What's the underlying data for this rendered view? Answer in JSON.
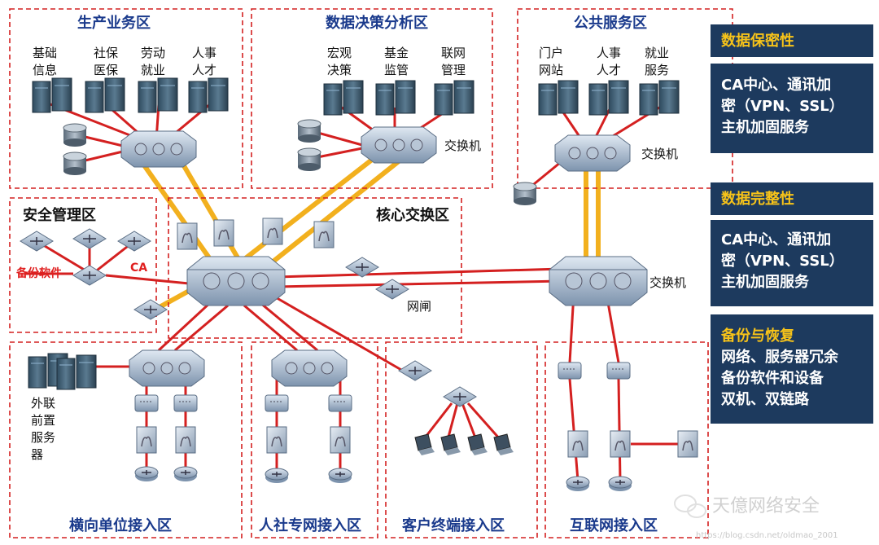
{
  "zones": {
    "production": "生产业务区",
    "decision": "数据决策分析区",
    "public": "公共服务区",
    "security": "安全管理区",
    "core": "核心交换区",
    "horizontal": "横向单位接入区",
    "hr_net": "人社专网接入区",
    "client": "客户终端接入区",
    "internet": "互联网接入区"
  },
  "production_servers": [
    [
      "基础",
      "信息"
    ],
    [
      "社保",
      "医保"
    ],
    [
      "劳动",
      "就业"
    ],
    [
      "人事",
      "人才"
    ]
  ],
  "decision_servers": [
    [
      "宏观",
      "决策"
    ],
    [
      "基金",
      "监管"
    ],
    [
      "联网",
      "管理"
    ]
  ],
  "public_servers": [
    [
      "门户",
      "网站"
    ],
    [
      "人事",
      "人才"
    ],
    [
      "就业",
      "服务"
    ]
  ],
  "labels": {
    "switch": "交换机",
    "backup_software": "备份软件",
    "ca": "CA",
    "gateway": "网闸",
    "external_server": [
      "外联",
      "前置",
      "服务",
      "器"
    ]
  },
  "panels": [
    {
      "head": "数据保密性",
      "body": [
        "CA中心、通讯加",
        "密（VPN、SSL）",
        "主机加固服务"
      ]
    },
    {
      "head": "数据完整性",
      "body": [
        "CA中心、通讯加",
        "密（VPN、SSL）",
        "主机加固服务"
      ]
    },
    {
      "head": "备份与恢复",
      "body": [
        "网络、服务器冗余",
        "备份软件和设备",
        "双机、双链路"
      ]
    }
  ],
  "watermark": {
    "text": "天億网络安全",
    "url": "https://blog.csdn.net/oldmao_2001"
  },
  "colors": {
    "zone_border": "#d42020",
    "zone_title": "#1a3a8c",
    "trunk_link": "#f2b01e",
    "link": "#d42020",
    "panel_bg": "#1d3a5e",
    "panel_head": "#f7c319"
  }
}
